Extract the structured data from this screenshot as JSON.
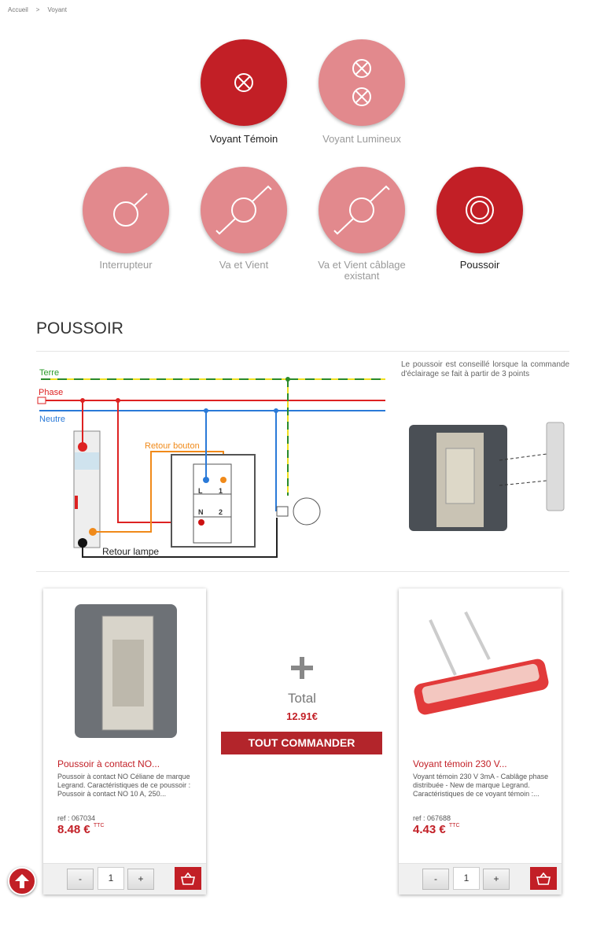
{
  "breadcrumb": {
    "home": "Accueil",
    "separator": ">",
    "current": "Voyant"
  },
  "options": [
    {
      "label": "Voyant Témoin",
      "selected": true,
      "icon": "lamp-icon"
    },
    {
      "label": "Voyant Lumineux",
      "selected": false,
      "icon": "double-lamp-icon"
    },
    {
      "label": "Interrupteur",
      "selected": false,
      "icon": "switch-icon"
    },
    {
      "label": "Va et Vient",
      "selected": false,
      "icon": "two-way-switch-icon"
    },
    {
      "label": "Va et Vient câblage existant",
      "selected": false,
      "icon": "two-way-switch-icon"
    },
    {
      "label": "Poussoir",
      "selected": true,
      "icon": "push-button-icon"
    }
  ],
  "section": {
    "title": "POUSSOIR",
    "description": "Le poussoir est conseillé lorsque la commande d'éclairage se fait à partir de 3 points"
  },
  "diagram": {
    "terre": "Terre",
    "phase": "Phase",
    "neutre": "Neutre",
    "retour_bouton": "Retour bouton",
    "retour_lampe": "Retour lampe",
    "l": "L",
    "one": "1",
    "n": "N",
    "two": "2"
  },
  "products": [
    {
      "title": "Poussoir à contact NO...",
      "description": "Poussoir à contact NO Céliane de marque Legrand. Caractéristiques de ce poussoir : Poussoir à contact NO 10 A, 250...",
      "ref": "ref : 067034",
      "price": "8.48 €",
      "tax": "TTC",
      "qty": "1",
      "minus": "-",
      "plus": "+"
    },
    {
      "title": "Voyant témoin 230 V...",
      "description": "Voyant témoin 230 V 3mA - Cablâge phase distribuée - New de marque Legrand.   Caractéristiques de ce voyant témoin :...",
      "ref": "ref : 067688",
      "price": "4.43 €",
      "tax": "TTC",
      "qty": "1",
      "minus": "-",
      "plus": "+"
    }
  ],
  "total": {
    "label": "Total",
    "value": "12.91€",
    "order_button": "TOUT COMMANDER"
  },
  "colors": {
    "accent": "#c21f26",
    "inactive": "#e2898d"
  }
}
